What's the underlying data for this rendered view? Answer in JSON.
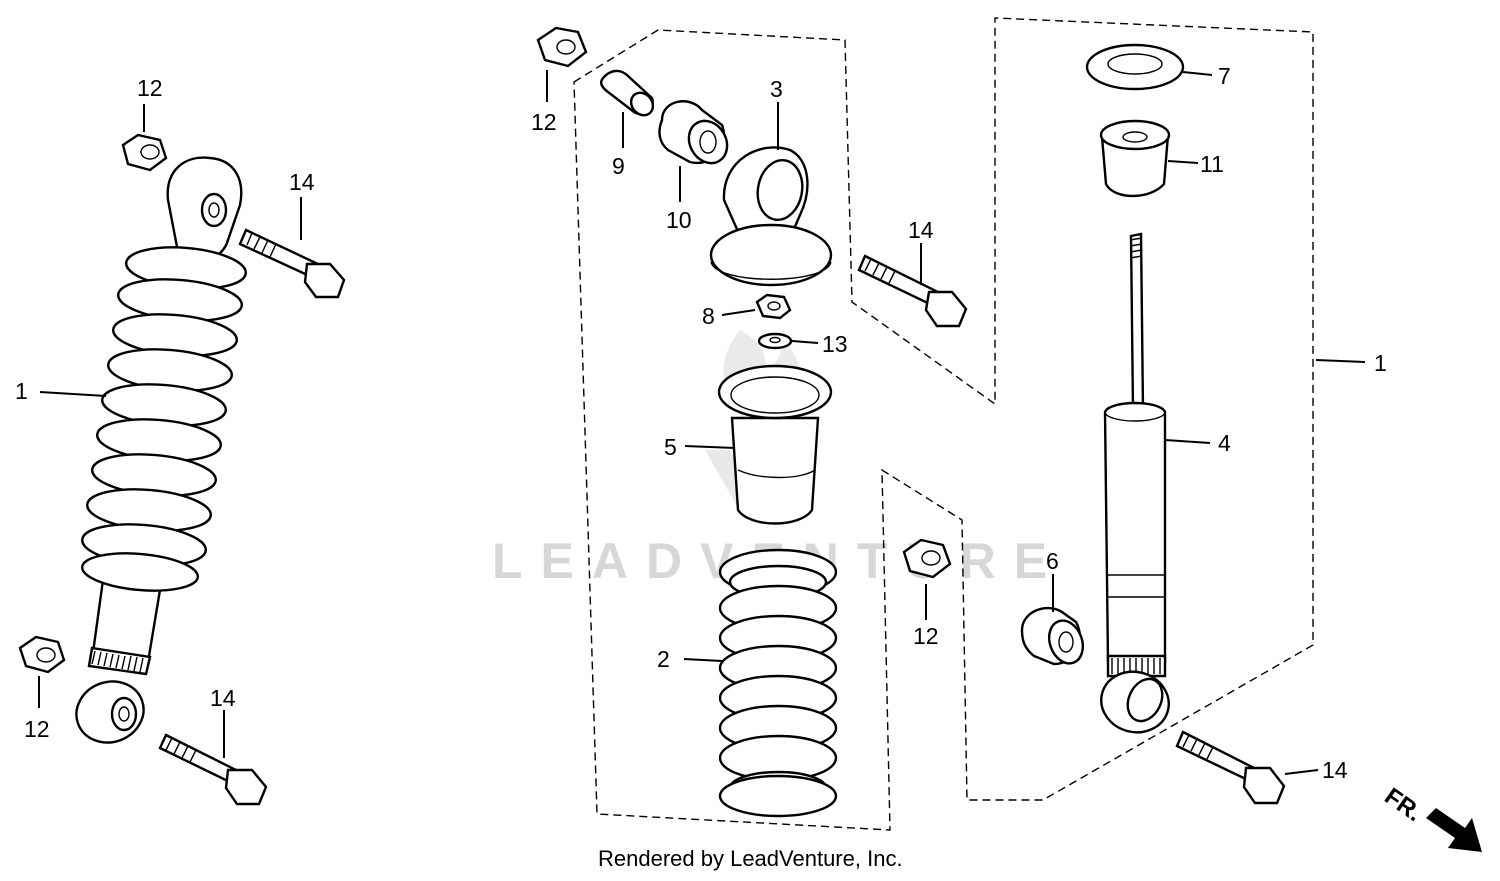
{
  "diagram": {
    "watermark": "LEADVENTURE",
    "footer": "Rendered by LeadVenture, Inc.",
    "direction_marker": "FR.",
    "callouts": {
      "c1_left": "1",
      "c12_left_top": "12",
      "c14_left_top": "14",
      "c12_left_bottom": "12",
      "c14_left_bottom": "14",
      "c12_center_top": "12",
      "c9": "9",
      "c10": "10",
      "c3": "3",
      "c8": "8",
      "c13": "13",
      "c5": "5",
      "c2": "2",
      "c14_center": "14",
      "c12_center_mid": "12",
      "c6": "6",
      "c7": "7",
      "c11": "11",
      "c1_right": "1",
      "c4": "4",
      "c14_right_bottom": "14"
    }
  }
}
